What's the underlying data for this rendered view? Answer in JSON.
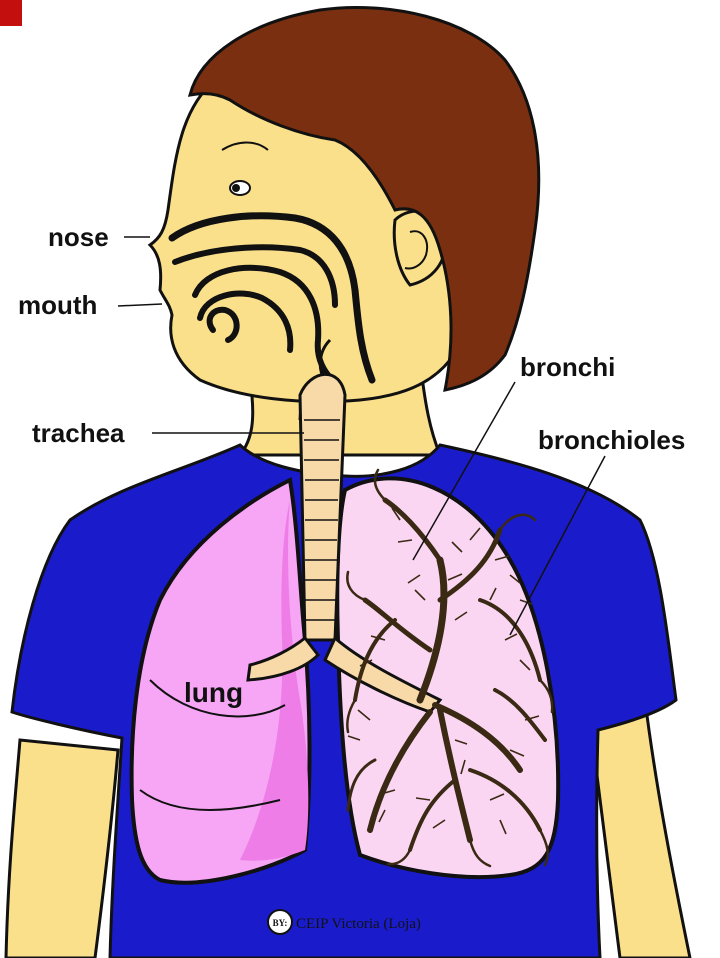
{
  "diagram": {
    "labels": {
      "nose": "nose",
      "mouth": "mouth",
      "trachea": "trachea",
      "bronchi": "bronchi",
      "bronchioles": "bronchioles",
      "lung": "lung"
    },
    "credit": {
      "badge": "BY:",
      "text": "CEIP Victoria (Loja)"
    }
  },
  "colors": {
    "skin": "#fbe08c",
    "hair": "#7a3010",
    "shirt": "#1a1ccc",
    "lung_light": "#f6a6f4",
    "lung_dark": "#ee7de8",
    "lung_inner": "#fbd6f3",
    "airway": "#f8d9a8",
    "corner_mark": "#c40f0f",
    "outline": "#111111"
  }
}
